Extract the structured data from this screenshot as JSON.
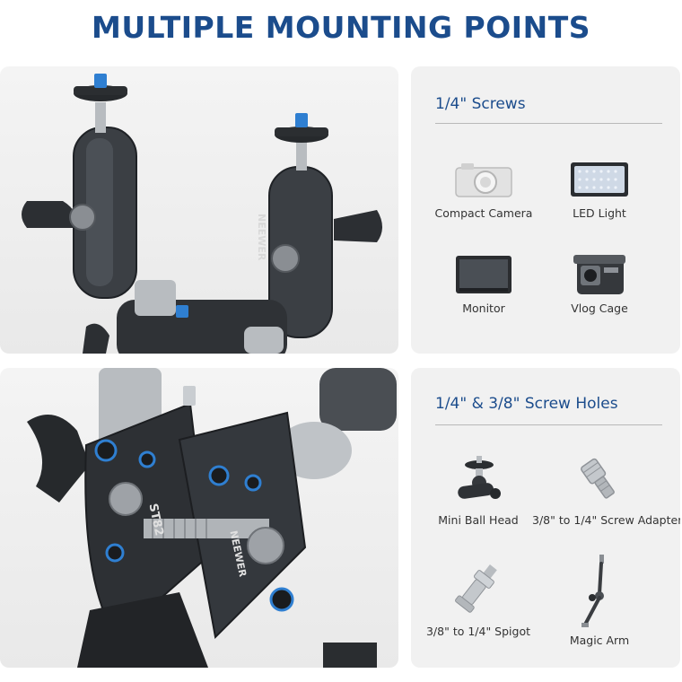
{
  "headline": "MULTIPLE MOUNTING POINTS",
  "photo_top": {
    "brand": "NEEWER"
  },
  "photo_bottom": {
    "brand": "NEEWER",
    "model": "ST82"
  },
  "screws_panel": {
    "title": "1/4\" Screws",
    "items": [
      {
        "label": "Compact Camera",
        "icon": "camera-icon"
      },
      {
        "label": "LED Light",
        "icon": "led-light-icon"
      },
      {
        "label": "Monitor",
        "icon": "monitor-icon"
      },
      {
        "label": "Vlog Cage",
        "icon": "vlog-cage-icon"
      }
    ]
  },
  "holes_panel": {
    "title": "1/4\" & 3/8\" Screw Holes",
    "items": [
      {
        "label": "Mini Ball Head",
        "icon": "ball-head-icon"
      },
      {
        "label": "3/8\" to 1/4\" Screw Adapter",
        "icon": "screw-adapter-icon"
      },
      {
        "label": "3/8\" to 1/4\" Spigot",
        "icon": "spigot-icon"
      },
      {
        "label": "Magic Arm",
        "icon": "magic-arm-icon"
      }
    ]
  },
  "colors": {
    "accent": "#1b4c8c",
    "panel_bg": "#f1f1f1",
    "text": "#333333",
    "metal_dark": "#2f3236",
    "screw_blue": "#2f7fd1"
  }
}
